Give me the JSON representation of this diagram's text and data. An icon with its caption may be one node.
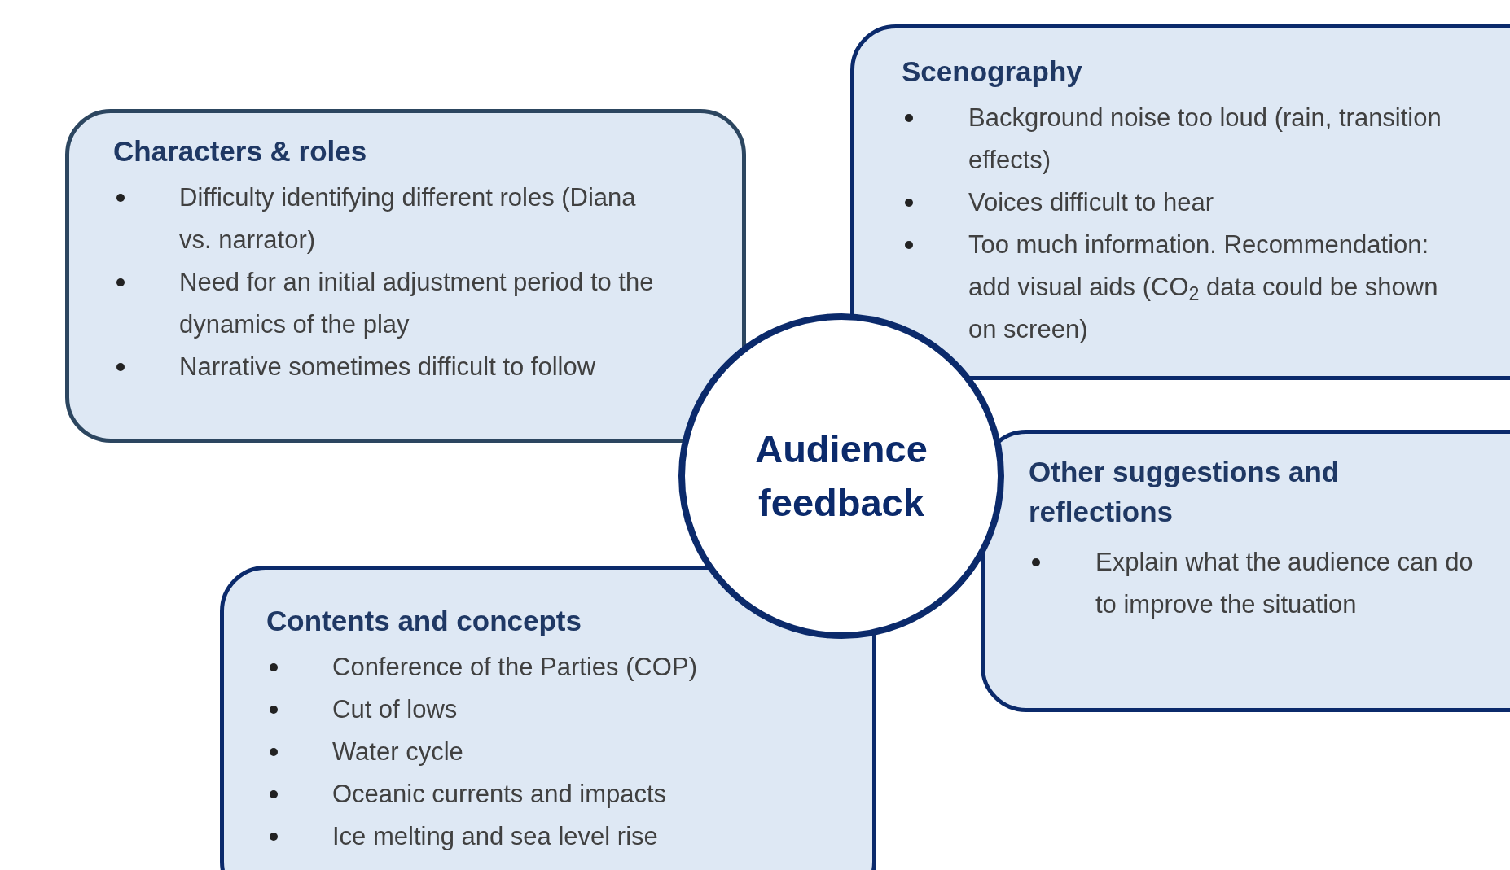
{
  "diagram": {
    "nodes": [
      {
        "text": [
          "Characters & roles",
          "Difficulty identifying different roles (Diana vs. narrator)",
          "Need for an initial adjustment period to the dynamics of the play",
          "Narrative sometimes difficult to follow"
        ]
      },
      {
        "text": [
          "Scenography",
          "Background noise too loud (rain, transition effects)",
          "Voices difficult to hear",
          "Too much information. Recommendation: add visual aids (CO$_{2}$ data could be shown on screen)"
        ]
      },
      {
        "text": [
          "Audience feedback"
        ]
      },
      {
        "text": [
          "Other suggestions and reflections",
          "Explain what the audience can do to improve the situation"
        ]
      },
      {
        "text": [
          "Contents and concepts",
          "Conference of the Parties (COP)",
          "Cut of lows",
          "Water cycle",
          "Oceanic currents and impacts",
          "Ice melting and sea level rise"
        ]
      }
    ]
  }
}
